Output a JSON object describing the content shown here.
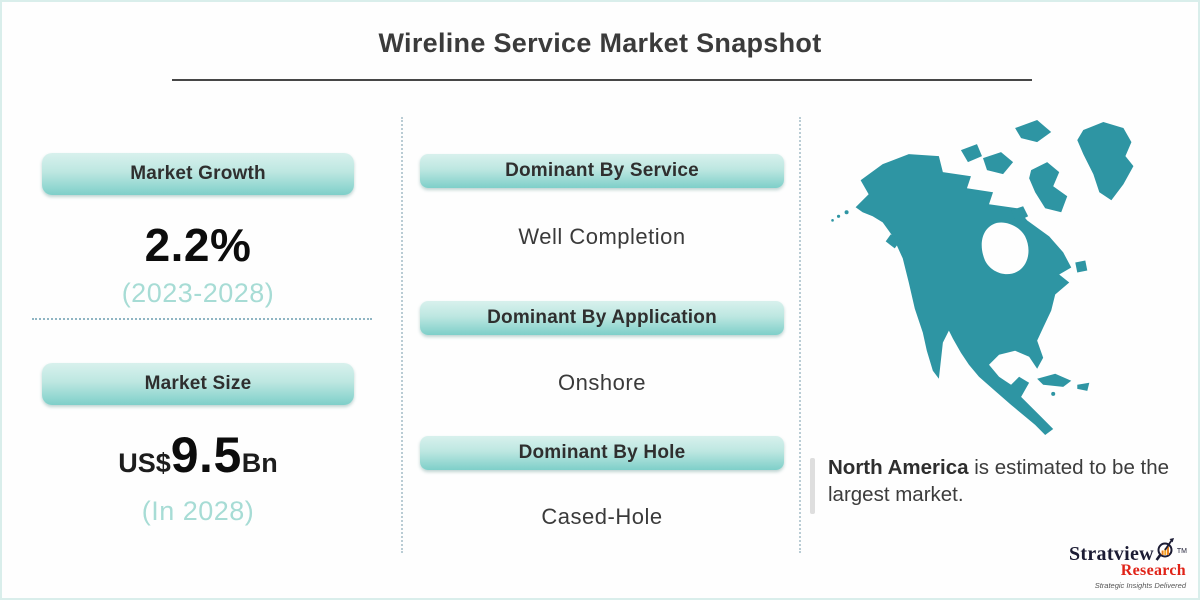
{
  "header": {
    "title": "Wireline Service Market Snapshot"
  },
  "left": {
    "growth_label": "Market Growth",
    "growth_value": "2.2%",
    "growth_period": "(2023-2028)",
    "size_label": "Market Size",
    "size_currency": "US$",
    "size_value": "9.5",
    "size_unit": "Bn",
    "size_year": "(In 2028)"
  },
  "middle": {
    "sections": [
      {
        "label": "Dominant By Service",
        "value": "Well Completion"
      },
      {
        "label": "Dominant By Application",
        "value": "Onshore"
      },
      {
        "label": "Dominant By Hole",
        "value": "Cased-Hole"
      }
    ]
  },
  "right": {
    "region_bold": "North America",
    "region_rest": " is estimated to be the largest market.",
    "map_color": "#2E95A3"
  },
  "logo": {
    "brand_top": "Stratview",
    "tm": "TM",
    "brand_bottom": "Research",
    "tagline": "Strategic Insights Delivered"
  },
  "colors": {
    "pill_gradient_top": "#D8F1ED",
    "pill_gradient_bottom": "#7ECFC9",
    "teal_text": "#A7DCD5",
    "title_text": "#3B3B3B",
    "map_teal": "#2E95A3",
    "logo_red": "#E02318",
    "border": "#D9EEEB"
  }
}
